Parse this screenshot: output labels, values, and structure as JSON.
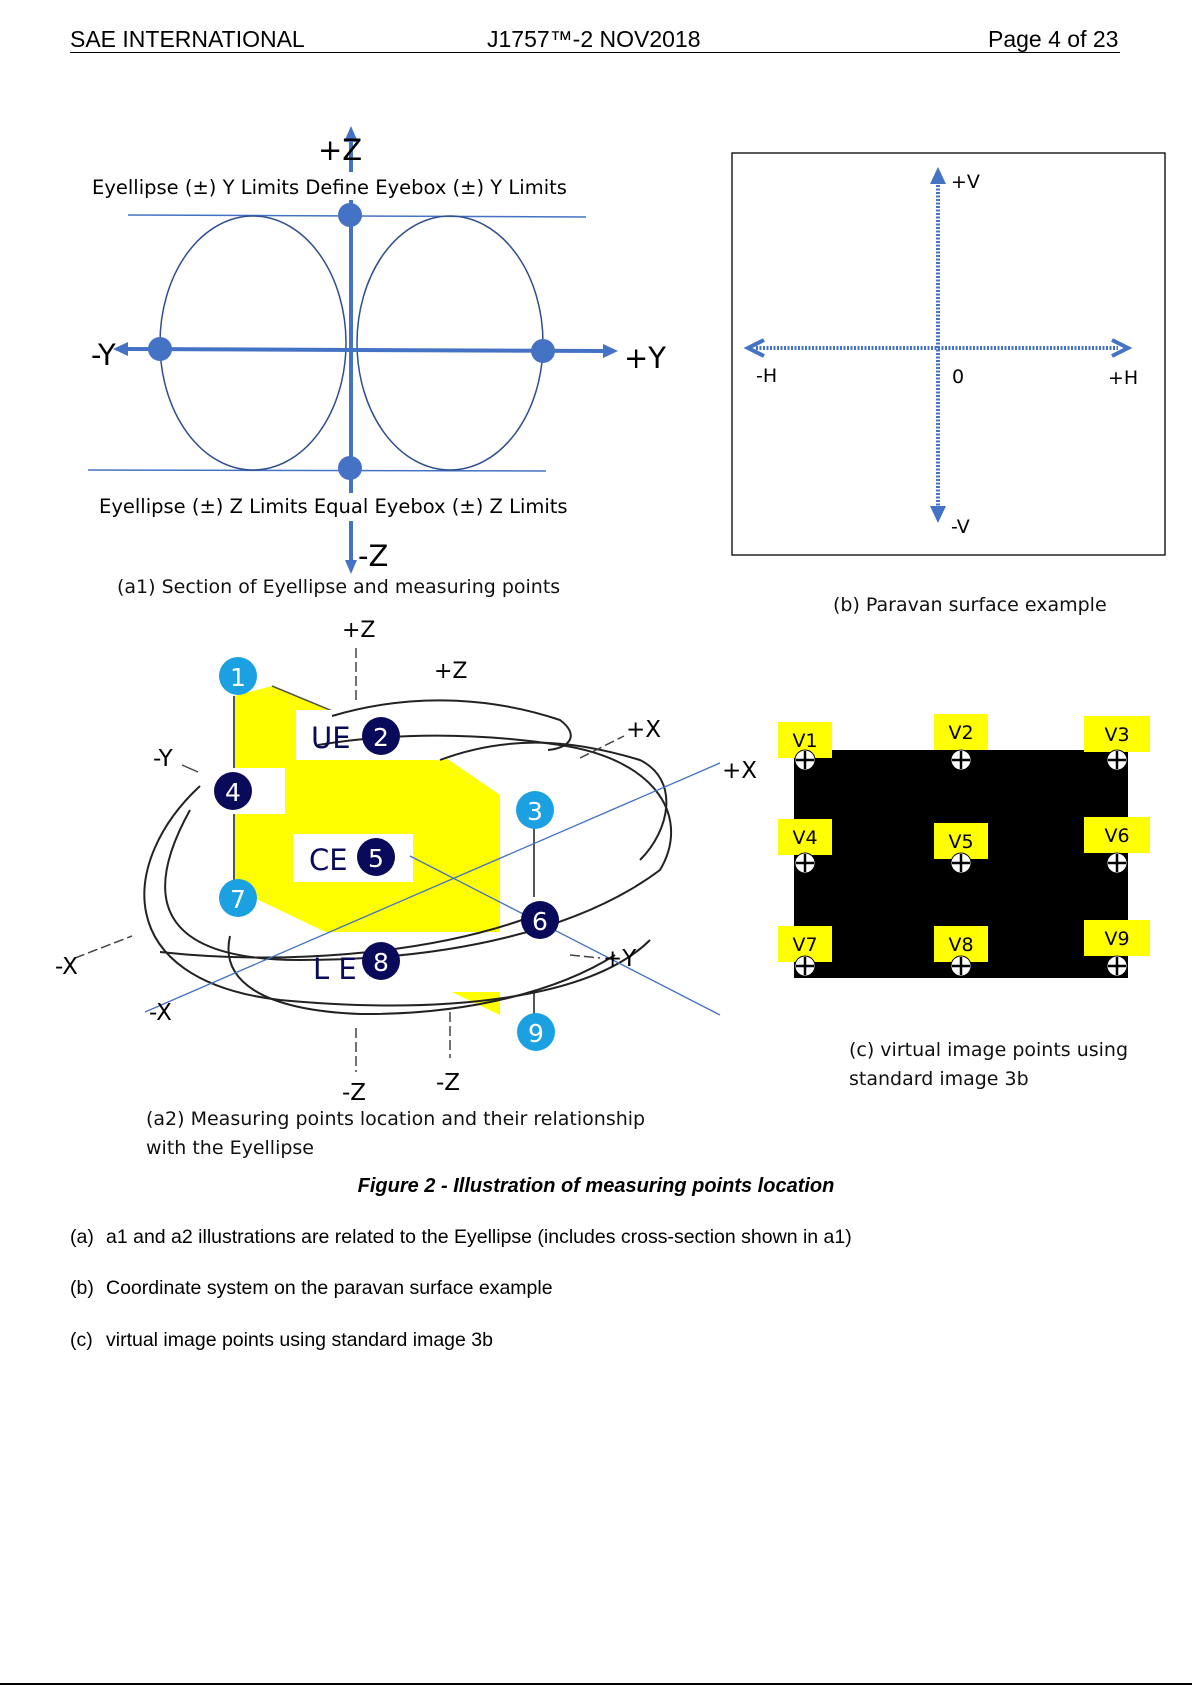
{
  "header": {
    "org": "SAE INTERNATIONAL",
    "doc_id": "J1757™-2 NOV2018",
    "page": "Page 4 of 23"
  },
  "fig_a1": {
    "top_axis": "+Z",
    "bottom_axis": "-Z",
    "left_axis": "-Y",
    "right_axis": "+Y",
    "y_limits_text": "Eyellipse (±) Y Limits Define Eyebox (±) Y Limits",
    "z_limits_text": "Eyellipse (±) Z Limits Equal Eyebox (±) Z Limits",
    "caption": "(a1) Section of Eyellipse and measuring points"
  },
  "fig_b": {
    "v_pos": "+V",
    "v_neg": "-V",
    "h_pos": "+H",
    "h_neg": "-H",
    "origin": "0",
    "caption": "(b) Paravan surface example"
  },
  "fig_a2": {
    "axis_labels": {
      "z_top_left": "+Z",
      "z_top_right": "+Z",
      "x_pos_inner": "+X",
      "x_pos_outer": "+X",
      "y_neg": "-Y",
      "y_pos": "+Y",
      "x_neg_outer": "-X",
      "x_neg_inner": "-X",
      "z_neg_left": "-Z",
      "z_neg_right": "-Z"
    },
    "labels": {
      "upper_eye": "UE",
      "center_eye": "CE",
      "lower_eye": "L E"
    },
    "points": [
      "1",
      "2",
      "3",
      "4",
      "5",
      "6",
      "7",
      "8",
      "9"
    ],
    "caption_line1": "(a2) Measuring points location and their relationship",
    "caption_line2": "with the Eyellipse"
  },
  "fig_c": {
    "points": [
      "V1",
      "V2",
      "V3",
      "V4",
      "V5",
      "V6",
      "V7",
      "V8",
      "V9"
    ],
    "caption_line1": "(c) virtual image points using",
    "caption_line2": "standard image 3b"
  },
  "figure_title": "Figure 2 - Illustration of measuring points location",
  "notes": [
    {
      "label": "(a)",
      "text": "a1 and a2 illustrations are related to the Eyellipse (includes cross-section shown in a1)"
    },
    {
      "label": "(b)",
      "text": "Coordinate system on the paravan surface example"
    },
    {
      "label": "(c)",
      "text": "virtual image points using standard image 3b"
    }
  ],
  "colors": {
    "blue": "#4472c4",
    "yellow": "#ffff00",
    "cyan": "#1ba1e2",
    "navy": "#0a0a5a"
  }
}
